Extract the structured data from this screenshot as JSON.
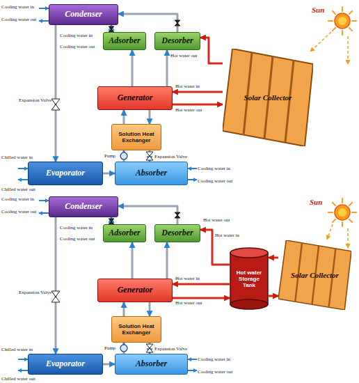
{
  "diagram": {
    "nodes": [
      {
        "text": [
          "Condenser"
        ]
      },
      {
        "text": [
          "Adsorber"
        ]
      },
      {
        "text": [
          "Desorber"
        ]
      },
      {
        "text": [
          "Generator"
        ]
      },
      {
        "text": [
          "Solution Heat Exchanger"
        ]
      },
      {
        "text": [
          "Evaporator"
        ]
      },
      {
        "text": [
          "Absorber"
        ]
      },
      {
        "text": [
          "Solar Collector"
        ]
      },
      {
        "text": [
          "Condenser"
        ]
      },
      {
        "text": [
          "Adsorber"
        ]
      },
      {
        "text": [
          "Desorber"
        ]
      },
      {
        "text": [
          "Generator"
        ]
      },
      {
        "text": [
          "Solution Heat Exchanger"
        ]
      },
      {
        "text": [
          "Evaporator"
        ]
      },
      {
        "text": [
          "Absorber"
        ]
      },
      {
        "text": [
          "Hot water Storage Tank"
        ]
      },
      {
        "text": [
          "Solar Collector"
        ]
      }
    ],
    "edges": [
      {
        "from": 2,
        "to": 0,
        "arrow": "to"
      },
      {
        "from": 1,
        "to": 0,
        "arrow": "to"
      },
      {
        "from": 3,
        "to": 1,
        "arrow": "to"
      },
      {
        "from": 3,
        "to": 2,
        "arrow": "to"
      },
      {
        "from": 0,
        "to": 5,
        "arrow": "to"
      },
      {
        "from": 5,
        "to": 6,
        "arrow": "to"
      },
      {
        "from": 6,
        "to": 4,
        "arrow": "to"
      },
      {
        "from": 4,
        "to": 3,
        "arrow": "to"
      },
      {
        "from": 3,
        "to": 4,
        "arrow": "to"
      },
      {
        "from": 4,
        "to": 6,
        "arrow": "to"
      },
      {
        "from": 7,
        "to": 2,
        "arrow": "to"
      },
      {
        "from": 7,
        "to": 3,
        "arrow": "to"
      },
      {
        "from": 3,
        "to": 7,
        "arrow": "to"
      },
      {
        "from": 10,
        "to": 8,
        "arrow": "to"
      },
      {
        "from": 9,
        "to": 8,
        "arrow": "to"
      },
      {
        "from": 11,
        "to": 9,
        "arrow": "to"
      },
      {
        "from": 11,
        "to": 10,
        "arrow": "to"
      },
      {
        "from": 8,
        "to": 13,
        "arrow": "to"
      },
      {
        "from": 13,
        "to": 14,
        "arrow": "to"
      },
      {
        "from": 14,
        "to": 12,
        "arrow": "to"
      },
      {
        "from": 12,
        "to": 11,
        "arrow": "to"
      },
      {
        "from": 11,
        "to": 12,
        "arrow": "to"
      },
      {
        "from": 12,
        "to": 14,
        "arrow": "to"
      },
      {
        "from": 15,
        "to": 10,
        "arrow": "to"
      },
      {
        "from": 15,
        "to": 11,
        "arrow": "to"
      },
      {
        "from": 11,
        "to": 15,
        "arrow": "to"
      },
      {
        "from": 16,
        "to": 15,
        "arrow": "to"
      },
      {
        "from": 15,
        "to": 16,
        "arrow": "to"
      }
    ],
    "labels": [
      "Cooling water in",
      "Cooling water out",
      "Cooling water in",
      "Cooling water out",
      "Hot water out",
      "Hot water in",
      "Hot water out",
      "Sun",
      "Expansion Valve",
      "Pump",
      "Expansion Valve",
      "Chilled water in",
      "Chilled water out",
      "Cooling water in",
      "Cooling water out",
      "Cooling water in",
      "Cooling water out",
      "Cooling water in",
      "Cooling water out",
      "Hot water out",
      "Hot water in",
      "Hot water in",
      "Hot water out",
      "Sun",
      "Expansion Valve",
      "Pump",
      "Expansion Valve",
      "Chilled water in",
      "Chilled water out",
      "Cooling water in",
      "Cooling water out"
    ]
  }
}
